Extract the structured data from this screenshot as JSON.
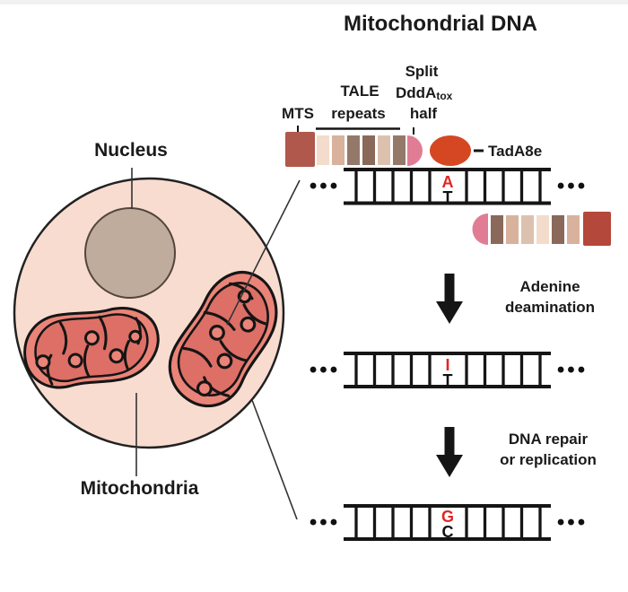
{
  "title": "Mitochondrial DNA",
  "cell": {
    "nucleus_label": "Nucleus",
    "mitochondria_label": "Mitochondria"
  },
  "construct": {
    "mts_label": "MTS",
    "tale_label": "TALE",
    "repeats_label": "repeats",
    "split_label": "Split",
    "ddda_main": "DddA",
    "ddda_sub": "tox",
    "half_label": "half",
    "tada_label": "TadA8e"
  },
  "steps": [
    {
      "label_line1": "Adenine",
      "label_line2": "deamination"
    },
    {
      "label_line1": "DNA repair",
      "label_line2": "or replication"
    }
  ],
  "dna": {
    "ellipsis": "•••",
    "ladders": [
      {
        "top_base": "A",
        "bottom_base": "T",
        "top_color": "#e02525",
        "bottom_color": "#111111"
      },
      {
        "top_base": "I",
        "bottom_base": "T",
        "top_color": "#e02525",
        "bottom_color": "#111111"
      },
      {
        "top_base": "G",
        "bottom_base": "C",
        "top_color": "#e02525",
        "bottom_color": "#111111"
      }
    ]
  },
  "colors": {
    "mts": "#b0584c",
    "mts2": "#b4483a",
    "tale_cream": "#f3dccb",
    "tale_tan": "#d8b29c",
    "tale_brown": "#94796a",
    "tale_darkbrown": "#8a695a",
    "tale_lighttan": "#ddc1af",
    "pink_half": "#e07d95",
    "tada_ellipse": "#d54723",
    "cell_fill": "#f8dcd0",
    "cell_stroke": "#222222",
    "nucleus_fill": "#c0ac9c",
    "nucleus_stroke": "#54453a",
    "mito_outer": "#ea8478",
    "mito_inner": "#dd6f66",
    "ink": "#151515"
  }
}
